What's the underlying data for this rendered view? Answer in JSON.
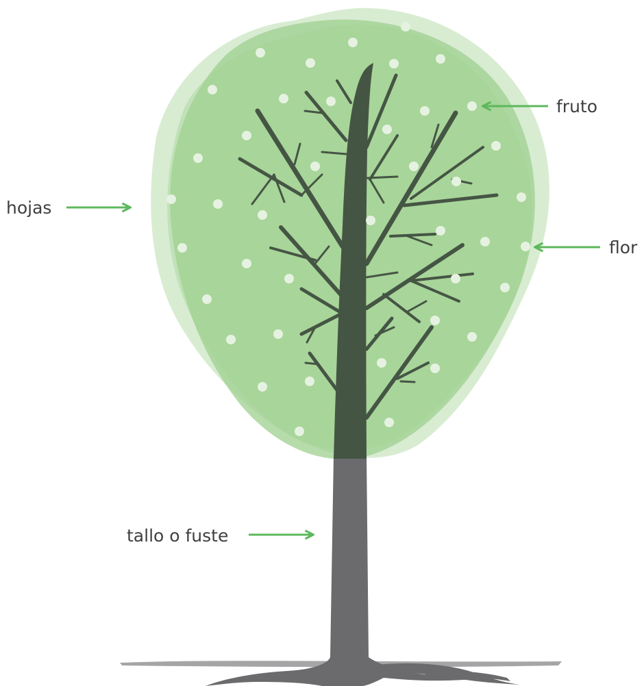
{
  "labels": {
    "fruto": "fruto",
    "hojas": "hojas",
    "flor": "flor",
    "tallo": "tallo o fuste"
  },
  "colors": {
    "arrow": "#5cb85c",
    "canopy_back": "#d6ebd0",
    "canopy_mid": "#bfe0b6",
    "canopy_front": "#9fd08f",
    "branches": "#455544",
    "trunk": "#6b6b6e",
    "ground": "#a5a5a8",
    "dots": "#e6f2e1",
    "text": "#3f3f3f"
  },
  "icons": {
    "fruto_arrow": "arrow-left-icon",
    "hojas_arrow": "arrow-right-icon",
    "flor_arrow": "arrow-left-icon",
    "tallo_arrow": "arrow-right-icon"
  }
}
